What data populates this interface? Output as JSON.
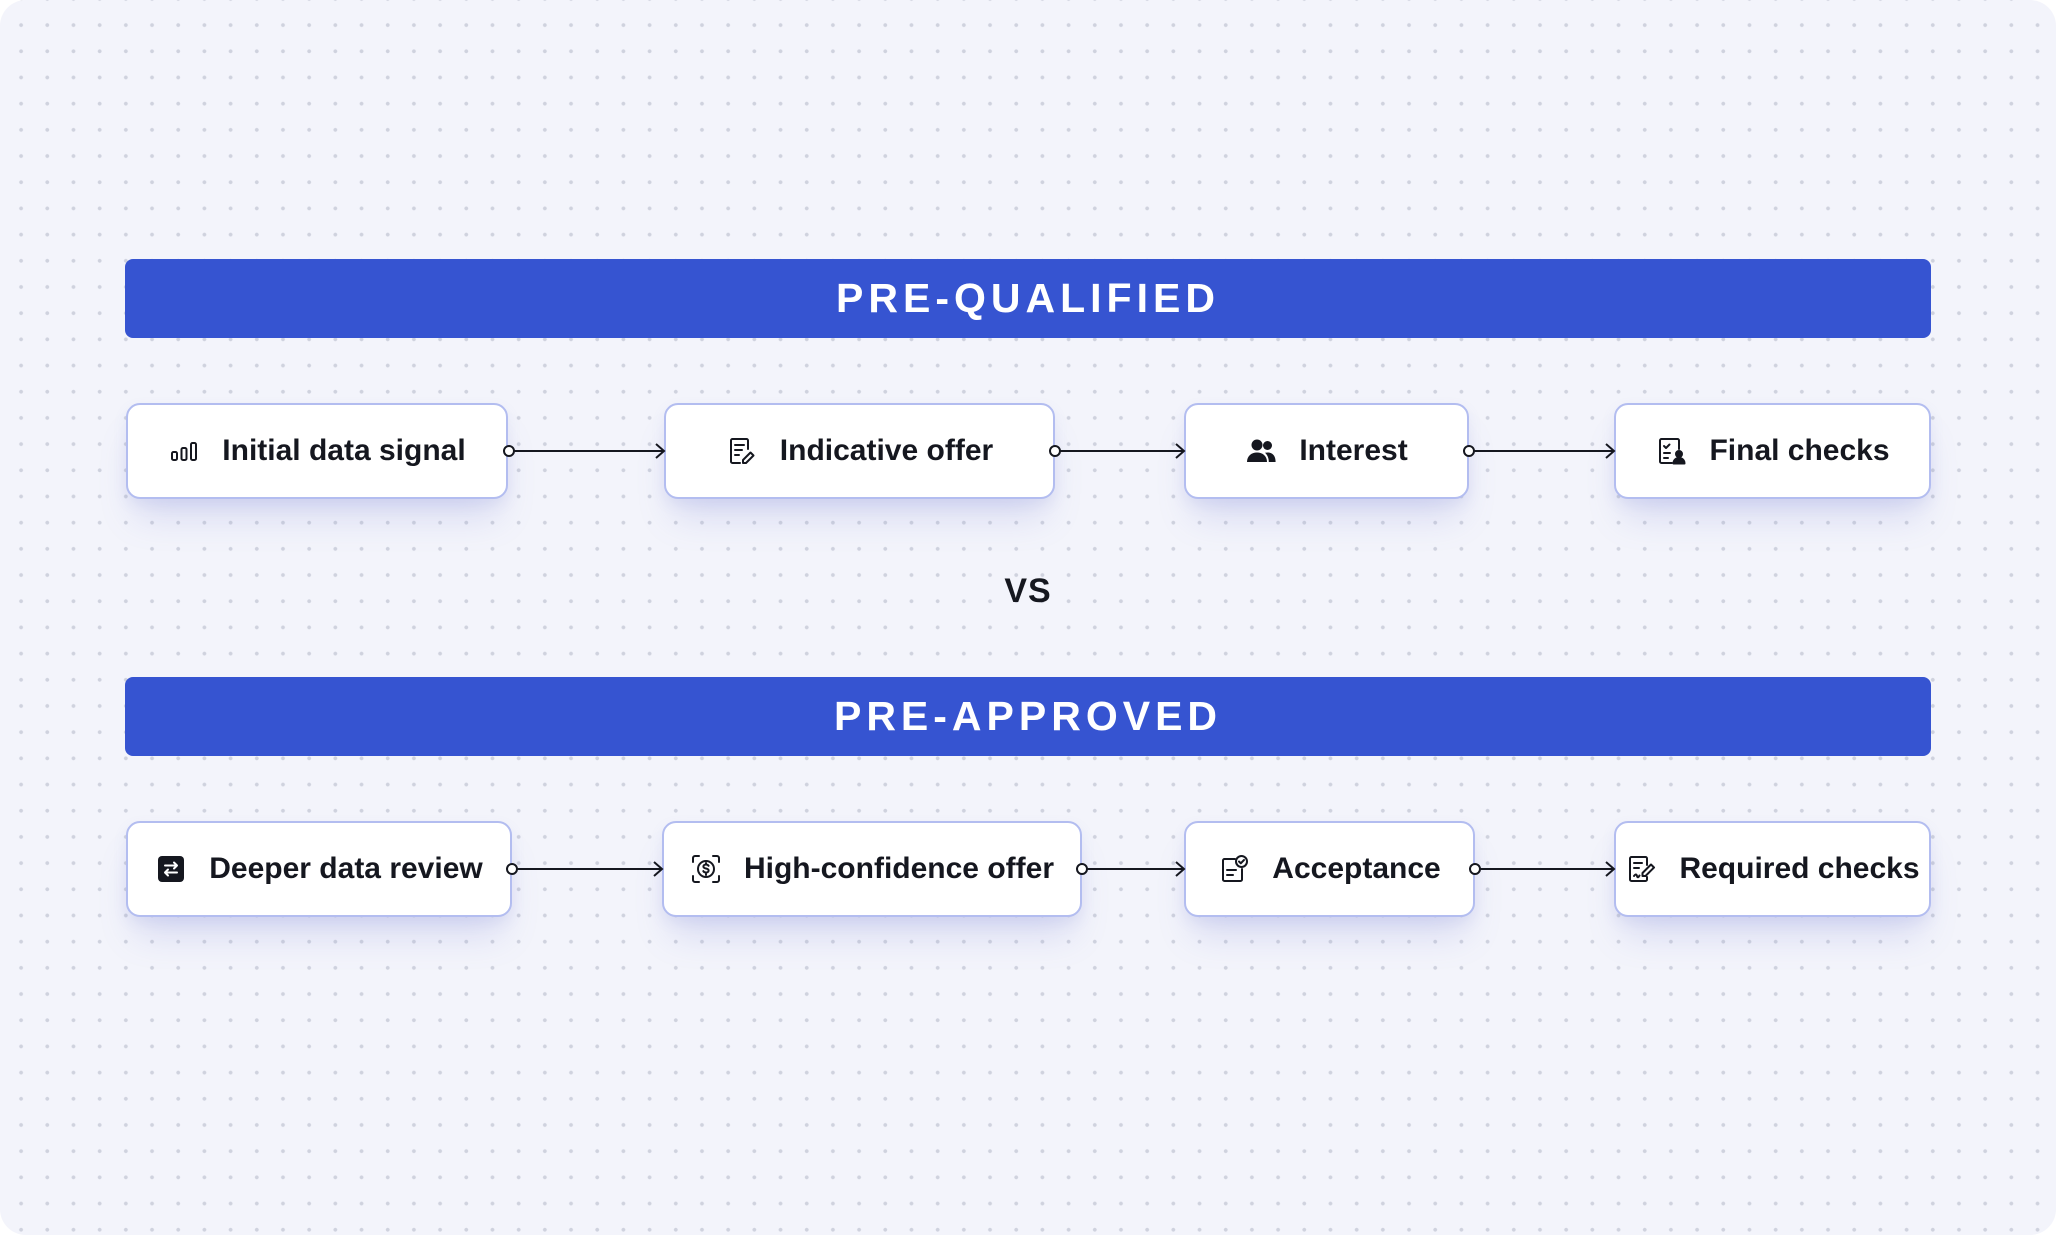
{
  "top_banner": {
    "title": "PRE-QUALIFIED"
  },
  "divider_text": "VS",
  "bottom_banner": {
    "title": "PRE-APPROVED"
  },
  "pre_qualified_steps": [
    {
      "label": "Initial data signal",
      "icon": "bar-chart-icon"
    },
    {
      "label": "Indicative offer",
      "icon": "document-edit-icon"
    },
    {
      "label": "Interest",
      "icon": "users-icon"
    },
    {
      "label": "Final checks",
      "icon": "checklist-person-icon"
    }
  ],
  "pre_approved_steps": [
    {
      "label": "Deeper data review",
      "icon": "transfer-icon"
    },
    {
      "label": "High-confidence offer",
      "icon": "dollar-scan-icon"
    },
    {
      "label": "Acceptance",
      "icon": "clipboard-check-icon"
    },
    {
      "label": "Required checks",
      "icon": "document-sign-icon"
    }
  ],
  "colors": {
    "banner": "#3654d1",
    "card_border": "#b3bdf0",
    "background": "#f3f4fb",
    "text": "#15171f"
  }
}
